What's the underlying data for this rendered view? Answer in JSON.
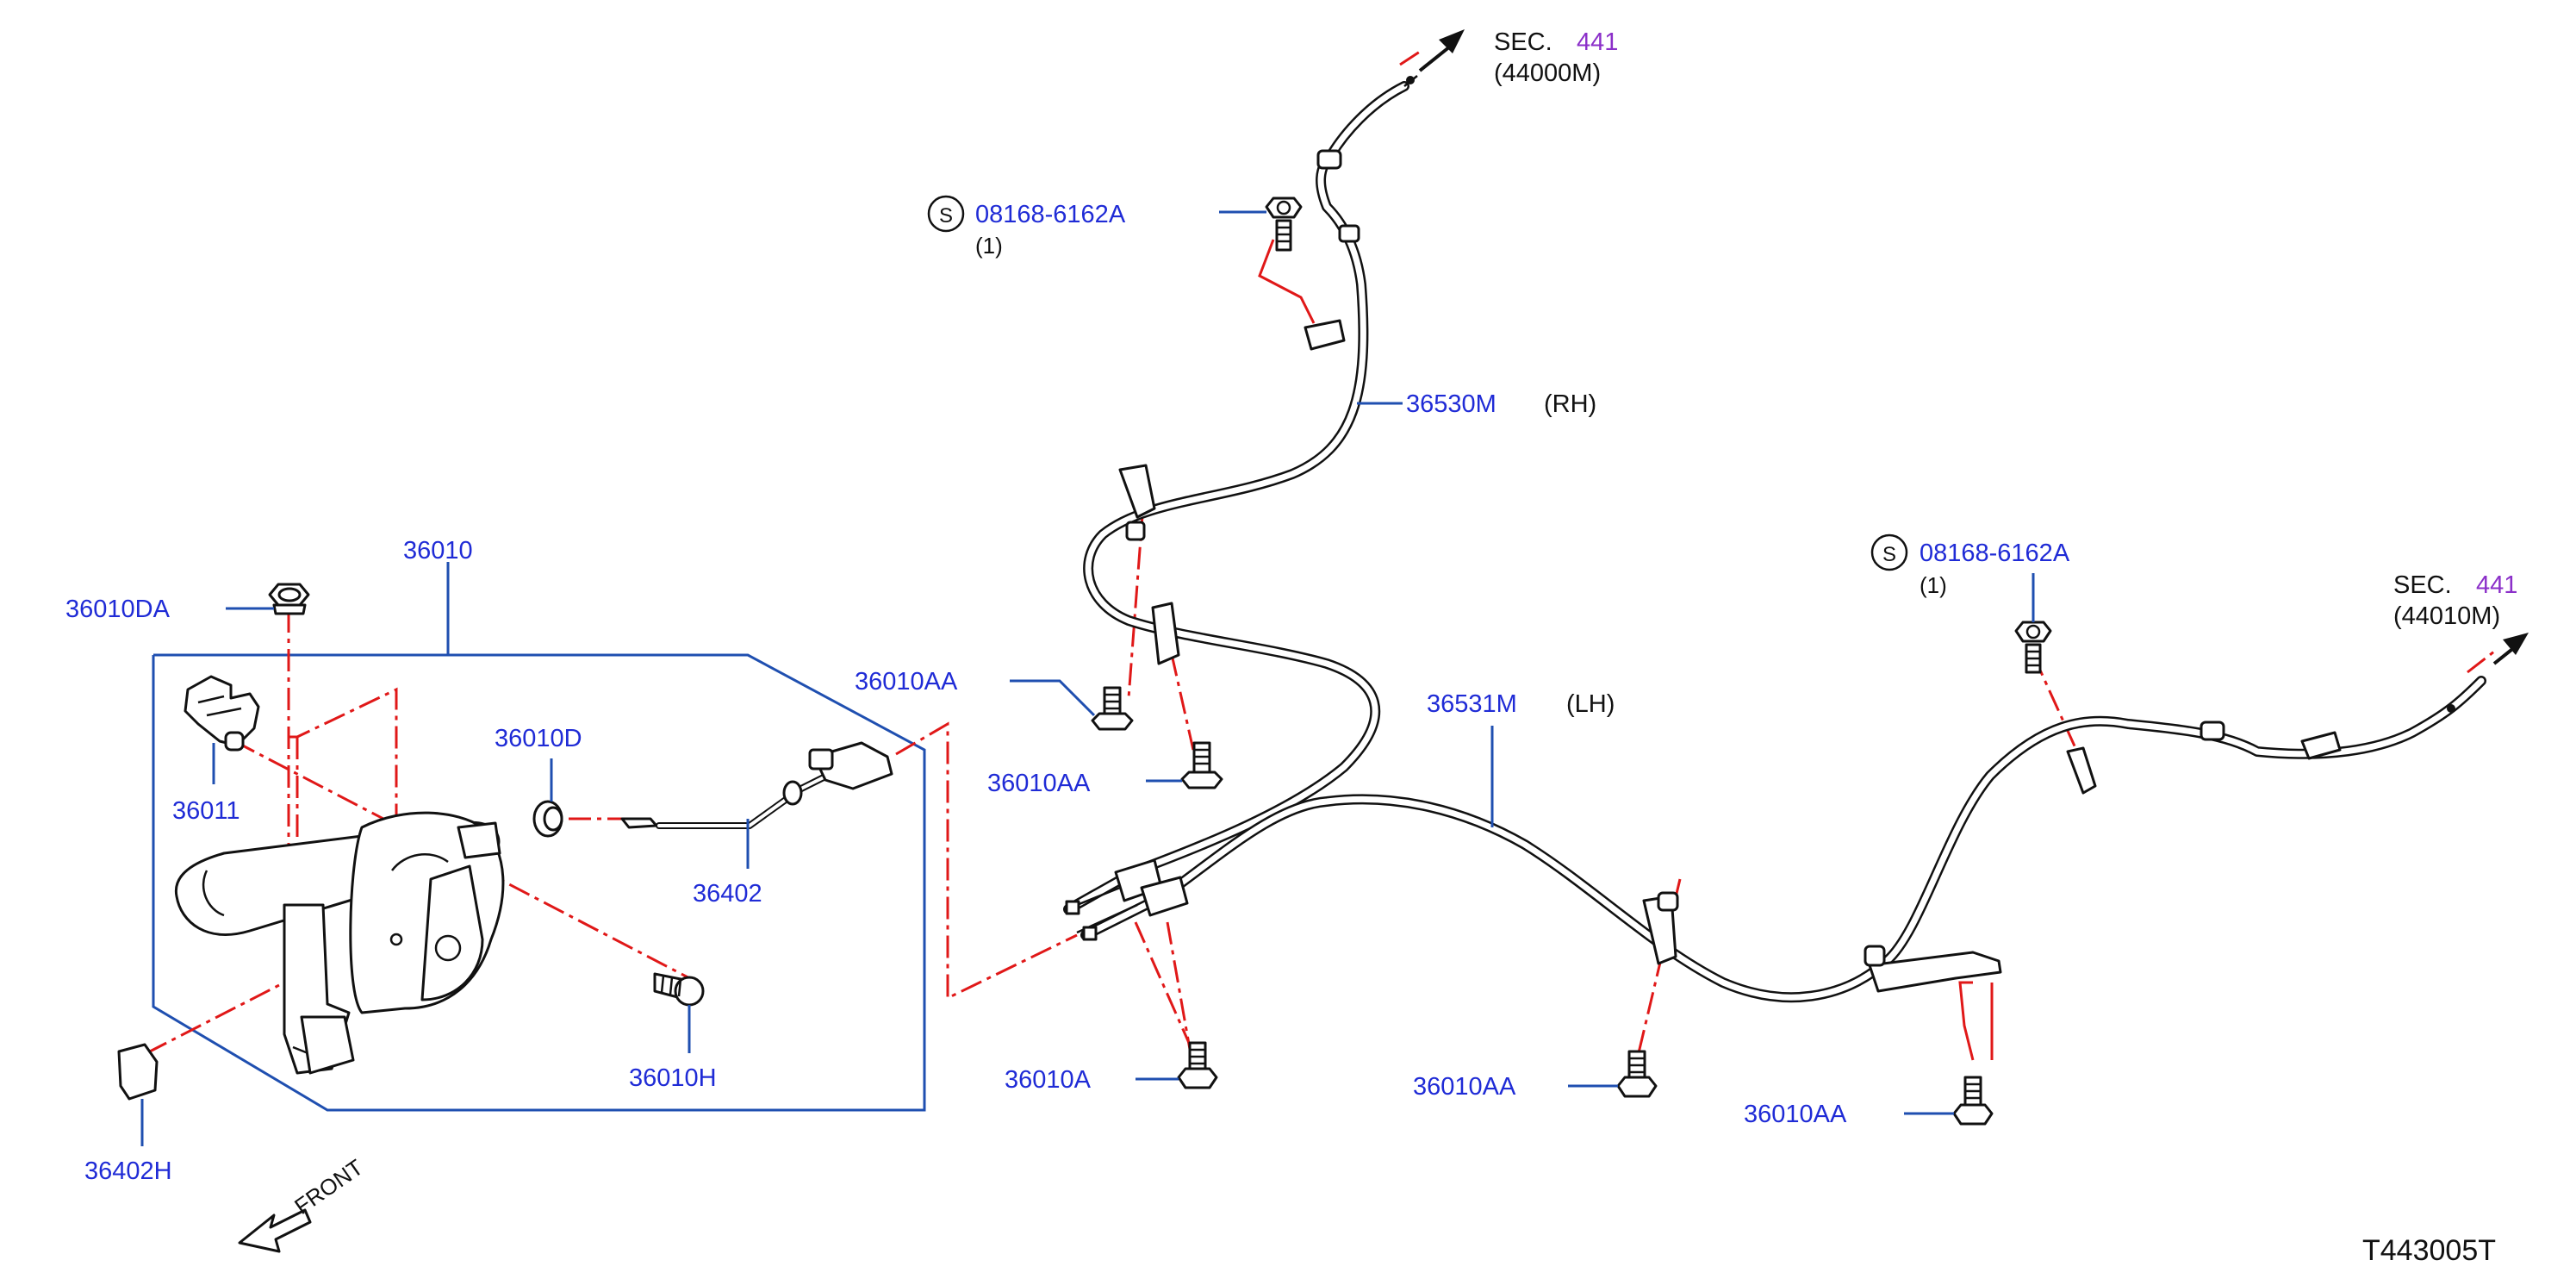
{
  "drawing_id": "T443005T",
  "front_label": "FRONT",
  "callouts": {
    "p36010": "36010",
    "p36010DA": "36010DA",
    "p36011": "36011",
    "p36010D": "36010D",
    "p36402": "36402",
    "p36010H": "36010H",
    "p36402H": "36402H",
    "p36010AA_1": "36010AA",
    "p36010AA_2": "36010AA",
    "p36010A": "36010A",
    "p36010AA_3": "36010AA",
    "p36010AA_4": "36010AA",
    "p36530M": "36530M",
    "p36530M_side": "(RH)",
    "p36531M": "36531M",
    "p36531M_side": "(LH)"
  },
  "std_bolt_1": {
    "symbol": "S",
    "part": "08168-6162A",
    "qty": "(1)"
  },
  "std_bolt_2": {
    "symbol": "S",
    "part": "08168-6162A",
    "qty": "(1)"
  },
  "sec_ref_rh": {
    "prefix": "SEC.",
    "num": "441",
    "sub": "(44000M)"
  },
  "sec_ref_lh": {
    "prefix": "SEC.",
    "num": "441",
    "sub": "(44010M)"
  },
  "colors": {
    "part_number": "#1f2bd6",
    "section_ref": "#8b2fc9",
    "centerline": "#e01818",
    "leader": "#1f4fb0"
  }
}
